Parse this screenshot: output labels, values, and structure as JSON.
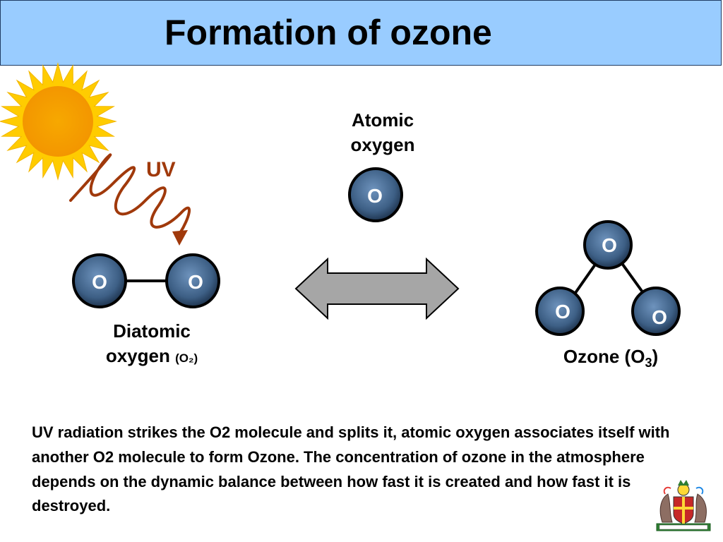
{
  "title": "Formation of ozone",
  "uv_label": "UV",
  "atomic_oxygen": {
    "line1": "Atomic",
    "line2": "oxygen",
    "atom": "O"
  },
  "diatomic": {
    "line1": "Diatomic",
    "line2": "oxygen",
    "formula": "(O₂)",
    "atoms": [
      "O",
      "O"
    ]
  },
  "ozone": {
    "label": "Ozone (O",
    "sub": "3",
    "close": ")",
    "atoms": [
      "O",
      "O",
      "O"
    ]
  },
  "description": "UV radiation strikes the O2 molecule and splits it, atomic oxygen associates itself with another O2 molecule to form Ozone. The concentration of ozone in the atmosphere depends on the dynamic balance between how fast it is created and how fast it is destroyed.",
  "colors": {
    "title_bg": "#99ccff",
    "sun": "#f7a800",
    "sun_rays": "#ffcc00",
    "uv_wave": "#a0390b",
    "atom_fill": "#3d5f85",
    "arrow_fill": "#a6a6a6"
  },
  "icons": [
    "sun-icon",
    "uv-wave-icon",
    "double-arrow-icon",
    "coat-of-arms-icon"
  ]
}
